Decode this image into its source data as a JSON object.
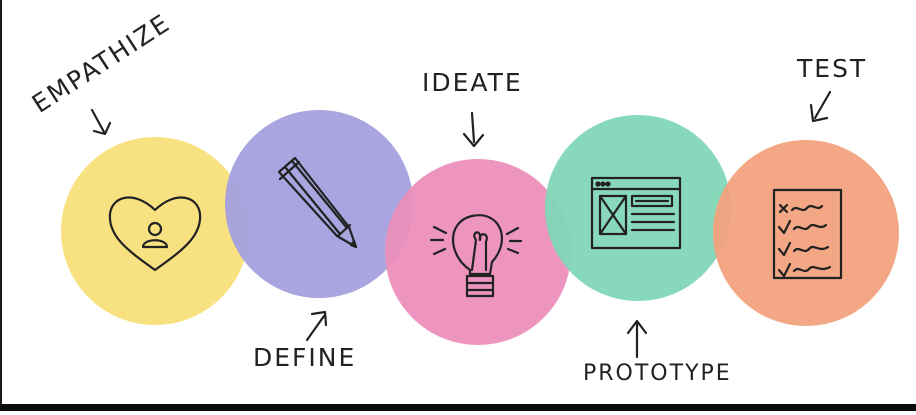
{
  "colors": {
    "empathize": "#f8df7a",
    "define": "#a4a0df",
    "ideate": "#ec8fbc",
    "prototype": "#82d7b8",
    "test": "#f2a27d",
    "ink": "#222222"
  },
  "stages": [
    {
      "key": "empathize",
      "label": "EMPATHIZE",
      "icon": "heart-person-icon"
    },
    {
      "key": "define",
      "label": "DEFINE",
      "icon": "pencil-icon"
    },
    {
      "key": "ideate",
      "label": "IDEATE",
      "icon": "lightbulb-icon"
    },
    {
      "key": "prototype",
      "label": "PROTOTYPE",
      "icon": "wireframe-window-icon"
    },
    {
      "key": "test",
      "label": "TEST",
      "icon": "checklist-icon"
    }
  ]
}
